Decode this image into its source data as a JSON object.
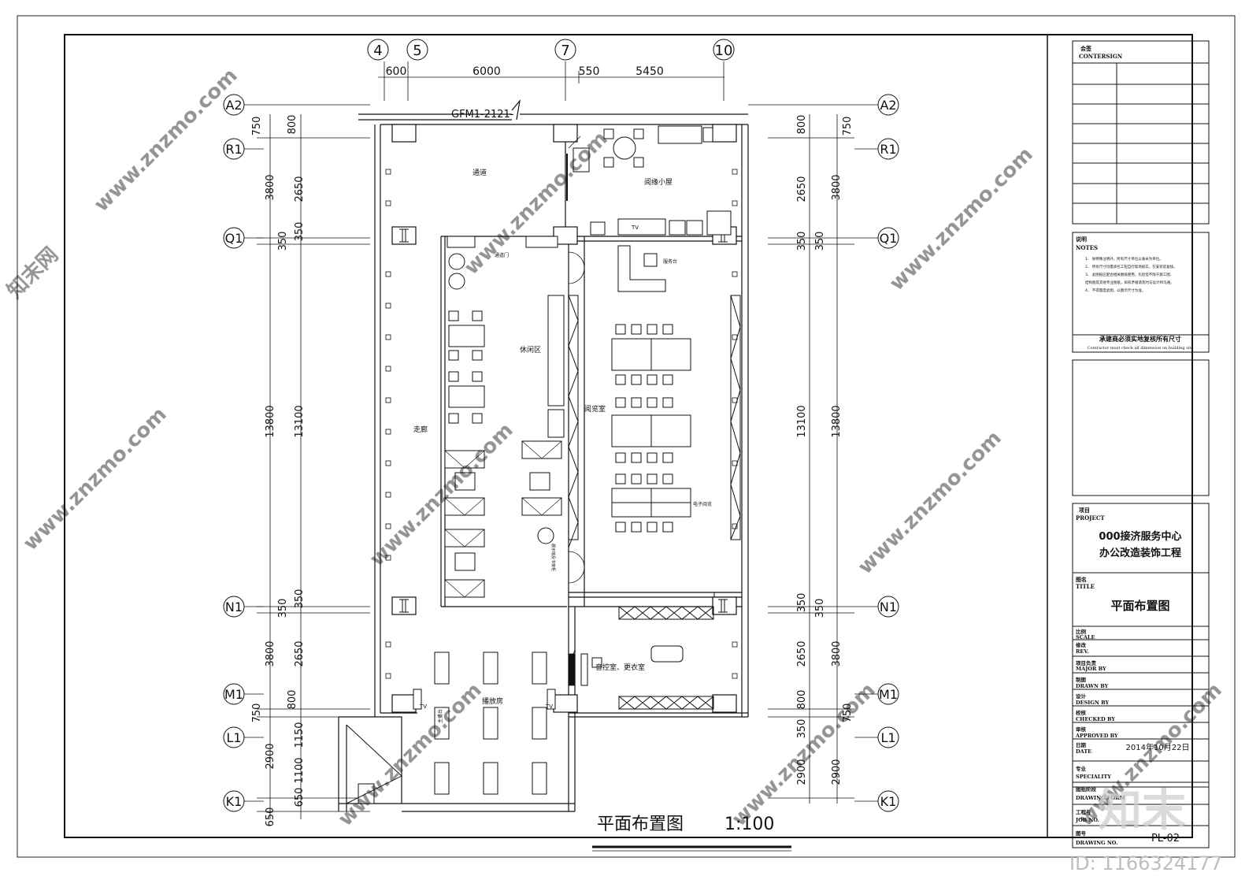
{
  "drawing": {
    "main_title": "平面布置图",
    "scale": "1:100",
    "door_code": "GFM1-2121-"
  },
  "grid_columns": [
    {
      "label": "4"
    },
    {
      "label": "5"
    },
    {
      "label": "7"
    },
    {
      "label": "10"
    }
  ],
  "top_dimensions": [
    "600",
    "6000",
    "550",
    "5450"
  ],
  "grid_rows": [
    {
      "label": "A2"
    },
    {
      "label": "R1"
    },
    {
      "label": "Q1"
    },
    {
      "label": "N1"
    },
    {
      "label": "M1"
    },
    {
      "label": "L1"
    },
    {
      "label": "K1"
    }
  ],
  "left_dims_outer": [
    "750",
    "3800",
    "350",
    "13800",
    "350",
    "3800",
    "750",
    "2900",
    "650"
  ],
  "left_dims_inner": [
    "800",
    "2650",
    "350",
    "13100",
    "350",
    "2650",
    "800",
    "1150",
    "1100",
    "650"
  ],
  "right_dims_inner": [
    "800",
    "2650",
    "350",
    "13100",
    "350",
    "2650",
    "800",
    "350",
    "2900"
  ],
  "right_dims_outer": [
    "750",
    "3800",
    "350",
    "13800",
    "350",
    "3800",
    "750",
    "2900"
  ],
  "rooms": {
    "corridor_top": "通道",
    "coffee": "阅缘小屋",
    "lounge": "休闲区",
    "reading": "阅览室",
    "aisle": "走廊",
    "studio": "播放房",
    "storage": "音控室、更衣室",
    "e_reading": "电子阅览",
    "desk": "服务台",
    "aisle_gate": "通道门",
    "tv": "TV",
    "tv2": "TV",
    "tv3": "TV",
    "floor_note": "展示墙及书架柜",
    "podium": "主播台"
  },
  "title_block": {
    "countersign_cn": "会签",
    "countersign_en": "CONTERSIGN",
    "notes_cn": "说明",
    "notes_en": "NOTES",
    "notes_lines": [
      "1、 除特殊注明外，所有尺寸单位以毫米为单位。",
      "2、 所有尺寸均需承包工程自行现场核实，在安装前复核。",
      "3、 此图纸应配合相关图纸使用，包括但不限于施工图、",
      "    结构图及其他专业图纸，如有矛盾请及时与设计师沟通。",
      "4、 不得量度此图，以图示尺寸为准。"
    ],
    "contractor_cn": "承建商必须实地复核所有尺寸",
    "contractor_en": "Contractor must check all dimension on building site",
    "project_cn": "项目",
    "project_en": "PROJECT",
    "project_name_1": "000接济服务中心",
    "project_name_2": "办公改造装饰工程",
    "title_cn": "图名",
    "title_en": "TITLE",
    "title_value": "平面布置图",
    "fields": [
      {
        "cn": "比例",
        "en": "SCALE",
        "value": ""
      },
      {
        "cn": "修改",
        "en": "REV.",
        "value": ""
      },
      {
        "cn": "项目负责",
        "en": "MAJOR  BY",
        "value": ""
      },
      {
        "cn": "制图",
        "en": "DRAWN  BY",
        "value": ""
      },
      {
        "cn": "设计",
        "en": "DESIGN  BY",
        "value": ""
      },
      {
        "cn": "校核",
        "en": "CHECKED  BY",
        "value": ""
      },
      {
        "cn": "审核",
        "en": "APPROVED  BY",
        "value": ""
      },
      {
        "cn": "日期",
        "en": "DATE",
        "value": "2014年10月22日"
      }
    ],
    "speciality_cn": "专业",
    "speciality_en": "SPECIALITY",
    "stage_cn": "图纸阶段",
    "stage_en": "DRAWING  FORM",
    "job_cn": "工程号",
    "job_en": "JOB  NO.",
    "no_cn": "图号",
    "no_en": "DRAWING  NO.",
    "drawing_no": "PL-02"
  },
  "watermark": {
    "site": "www.znzmo.com",
    "brand": "知末网",
    "logo": "知末",
    "id": "ID: 1166324177"
  }
}
